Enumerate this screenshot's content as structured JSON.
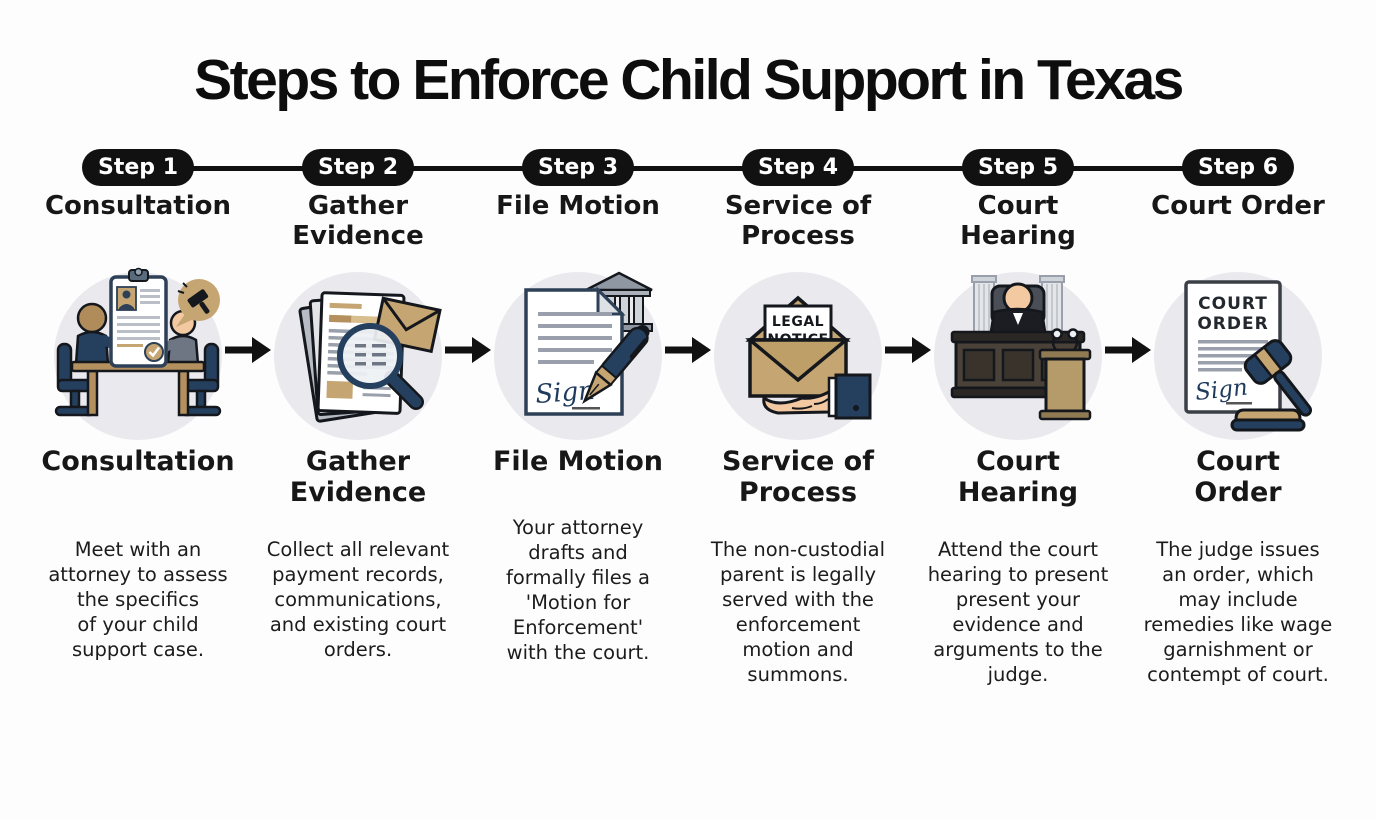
{
  "title": "Steps to Enforce Child Support in Texas",
  "steps": [
    {
      "badge": "Step 1",
      "top_title": "Consultation",
      "bottom_title": "Consultation",
      "description": "Meet with an\nattorney to assess\nthe specifics\nof your child\nsupport case."
    },
    {
      "badge": "Step 2",
      "top_title": "Gather\nEvidence",
      "bottom_title": "Gather\nEvidence",
      "description": "Collect all relevant\npayment records,\ncommunications,\nand existing court\norders."
    },
    {
      "badge": "Step 3",
      "top_title": "File Motion",
      "bottom_title": "File Motion",
      "description": "Your attorney\ndrafts and\nformally files a\n'Motion for\nEnforcement'\nwith the court."
    },
    {
      "badge": "Step 4",
      "top_title": "Service of\nProcess",
      "bottom_title": "Service of\nProcess",
      "description": "The non-custodial\nparent is legally\nserved with the\nenforcement\nmotion and\nsummons."
    },
    {
      "badge": "Step 5",
      "top_title": "Court\nHearing",
      "bottom_title": "Court\nHearing",
      "description": "Attend the court\nhearing to present\npresent your\nevidence and\narguments to the\njudge."
    },
    {
      "badge": "Step 6",
      "top_title": "Court Order",
      "bottom_title": "Court\nOrder",
      "description": "The judge issues\nan order, which\nmay include\nremedies like wage\ngarnishment or\ncontempt of court."
    }
  ],
  "illustrations": {
    "legal_notice_line1": "LEGAL",
    "legal_notice_line2": "NOTICE",
    "court_order_line1": "COURT",
    "court_order_line2": "ORDER",
    "signature": "Sign"
  },
  "colors": {
    "pill_black": "#111111",
    "accent_tan": "#c5a571",
    "navy": "#24405e",
    "circle_bg": "#e9e9ee"
  }
}
